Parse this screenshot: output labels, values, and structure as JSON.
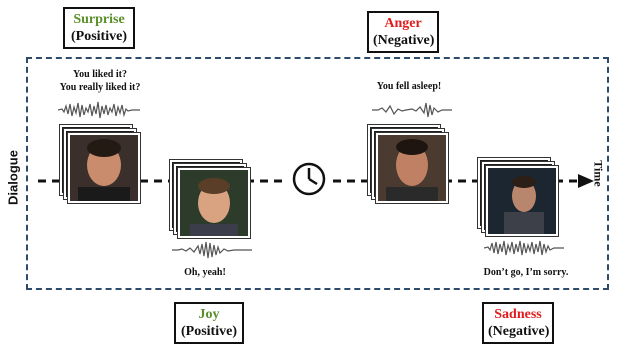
{
  "side_label": "Dialogue",
  "time_label": "Time",
  "emotions": [
    {
      "name": "Surprise",
      "polarity": "(Positive)",
      "color": "#5b8f2a"
    },
    {
      "name": "Joy",
      "polarity": "(Positive)",
      "color": "#5b8f2a"
    },
    {
      "name": "Anger",
      "polarity": "(Negative)",
      "color": "#e01d1d"
    },
    {
      "name": "Sadness",
      "polarity": "(Negative)",
      "color": "#e01d1d"
    }
  ],
  "utterances": [
    {
      "line1": "You liked it?",
      "line2": "You really liked it?"
    },
    {
      "line1": "Oh, yeah!"
    },
    {
      "line1": "You fell asleep!"
    },
    {
      "line1": "Don’t go, I’m sorry."
    }
  ],
  "icons": {
    "clock": "clock-icon",
    "arrow": "arrow-right-icon",
    "waveform": "waveform-icon",
    "face": "face-photo"
  },
  "colors": {
    "dash_box": "#2e4b6b",
    "positive": "#5b8f2a",
    "negative": "#e01d1d"
  }
}
